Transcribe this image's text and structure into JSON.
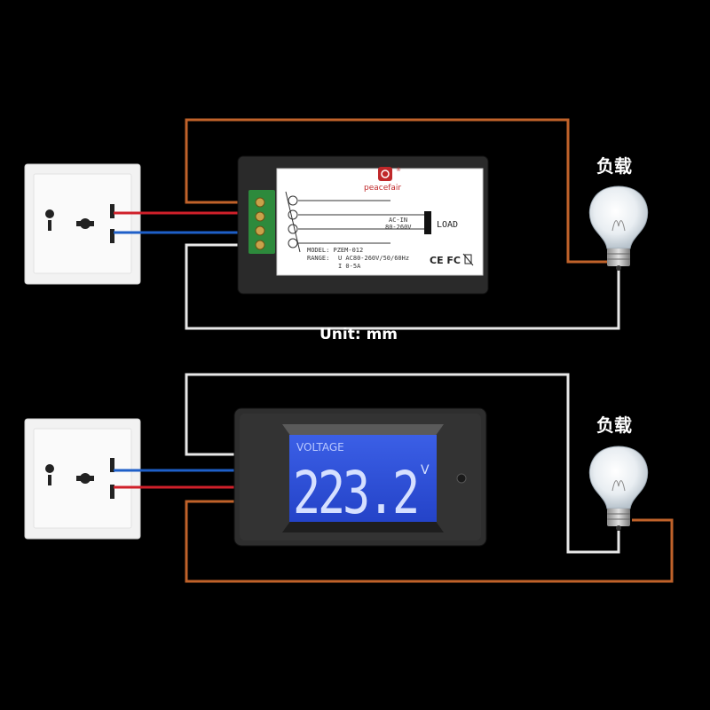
{
  "top_panel": {
    "brand": "peacefair",
    "brand_mark": "registered-mark",
    "model": "MODEL: PZEM-012",
    "range_label": "RANGE:",
    "range_voltage": "U AC80-260V/50/60Hz",
    "range_current": "I 0-5A",
    "ac_in_label": "AC-IN",
    "ac_in_range": "80-260V",
    "load_label": "LOAD",
    "certifications": "CE FC",
    "recycle_icon": "weee-bin-icon"
  },
  "load_label_top": "负载",
  "load_label_bottom": "负载",
  "unit_caption": "Unit: mm",
  "bottom_panel": {
    "lcd_title": "VOLTAGE",
    "lcd_value": "223.2",
    "lcd_unit": "V",
    "lcd_color": "#2f4fd8"
  },
  "colors": {
    "background": "#000000",
    "live_wire": "#d0202a",
    "neutral_wire": "#1e5fc8",
    "orange_wire": "#c0622a",
    "white_wire": "#e8e8e8",
    "terminal_green": "#2d8a3c"
  }
}
